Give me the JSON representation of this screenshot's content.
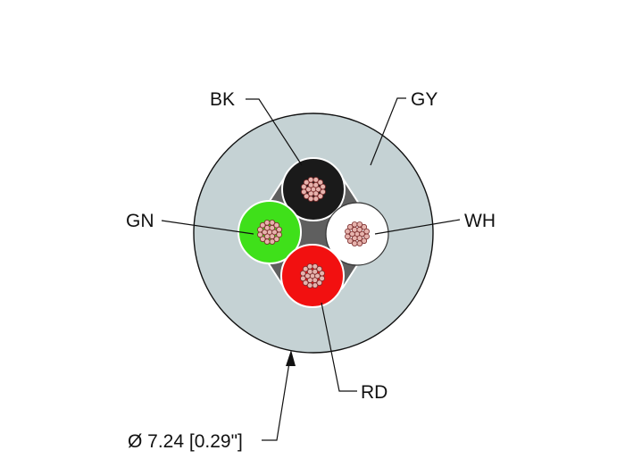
{
  "labels": {
    "bk": "BK",
    "gy": "GY",
    "gn": "GN",
    "wh": "WH",
    "rd": "RD",
    "diameter": "Ø 7.24 [0.29\"]"
  },
  "colors": {
    "jacket": "#c5d2d4",
    "filler": "#5f5f5f",
    "black_core": "#1a1a1a",
    "green_core": "#3fe01a",
    "white_core": "#ffffff",
    "red_core": "#f21010",
    "strand_fill": "#e6b3ad",
    "strand_stroke": "#7a2b2b"
  },
  "icons": {
    "dimension_arrow": "arrow-up-icon"
  }
}
